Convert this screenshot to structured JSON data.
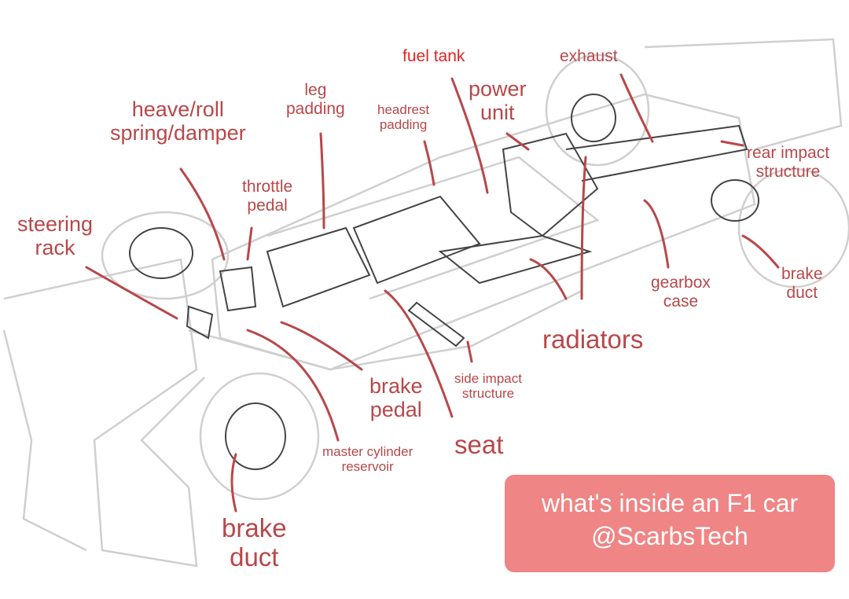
{
  "labels": {
    "fuel_tank": "fuel tank",
    "exhaust": "exhaust",
    "power_unit": [
      "power",
      "unit"
    ],
    "leg_padding": [
      "leg",
      "padding"
    ],
    "headrest_padding": [
      "headrest",
      "padding"
    ],
    "heave_roll": [
      "heave/roll",
      "spring/damper"
    ],
    "throttle_pedal": [
      "throttle",
      "pedal"
    ],
    "steering_rack": [
      "steering",
      "rack"
    ],
    "rear_impact": [
      "rear impact",
      "structure"
    ],
    "brake_duct_rear": [
      "brake",
      "duct"
    ],
    "gearbox_case": [
      "gearbox",
      "case"
    ],
    "radiators": "radiators",
    "side_impact": [
      "side impact",
      "structure"
    ],
    "brake_pedal": [
      "brake",
      "pedal"
    ],
    "seat": "seat",
    "master_cylinder": [
      "master cylinder",
      "reservoir"
    ],
    "brake_duct_front": [
      "brake",
      "duct"
    ]
  },
  "banner": {
    "title": "what's inside an F1 car",
    "handle": "@ScarbsTech"
  },
  "colors": {
    "label": "#b8474a",
    "fuel_tank": "#e02424",
    "banner": "#ef8585",
    "sketch": "#cfcfcf"
  }
}
